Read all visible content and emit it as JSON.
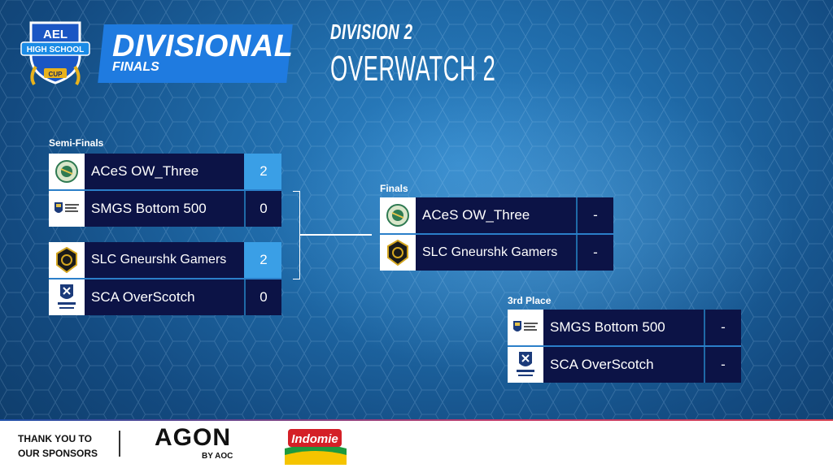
{
  "header": {
    "logo_line1": "AEL",
    "logo_line2": "HIGH SCHOOL",
    "logo_line3": "CUP",
    "title": "DIVISIONAL",
    "subtitle": "FINALS",
    "division": "DIVISION 2",
    "game": "OVERWATCH 2"
  },
  "bracket": {
    "semis_label": "Semi-Finals",
    "finals_label": "Finals",
    "third_label": "3rd Place",
    "semi1": [
      {
        "name": "ACeS OW_Three",
        "score": "2",
        "icon": "aces-crest-icon",
        "win": true
      },
      {
        "name": "SMGS Bottom 500",
        "score": "0",
        "icon": "smgs-crest-icon",
        "win": false
      }
    ],
    "semi2": [
      {
        "name": "SLC Gneurshk Gamers",
        "score": "2",
        "icon": "slc-crest-icon",
        "win": true
      },
      {
        "name": "SCA OverScotch",
        "score": "0",
        "icon": "scotch-crest-icon",
        "win": false
      }
    ],
    "finals": [
      {
        "name": "ACeS OW_Three",
        "score": "-",
        "icon": "aces-crest-icon"
      },
      {
        "name": "SLC Gneurshk Gamers",
        "score": "-",
        "icon": "slc-crest-icon"
      }
    ],
    "third": [
      {
        "name": "SMGS Bottom 500",
        "score": "-",
        "icon": "smgs-crest-icon"
      },
      {
        "name": "SCA OverScotch",
        "score": "-",
        "icon": "scotch-crest-icon"
      }
    ]
  },
  "footer": {
    "thanks_line1": "THANK YOU TO",
    "thanks_line2": "OUR SPONSORS",
    "sponsor1": "AGON",
    "sponsor1_sub": "BY AOC",
    "sponsor2": "Indomie"
  },
  "colors": {
    "win_score": "#3a9fe6",
    "team_bg": "#0c1346",
    "title_bg": "#1f7be0"
  }
}
